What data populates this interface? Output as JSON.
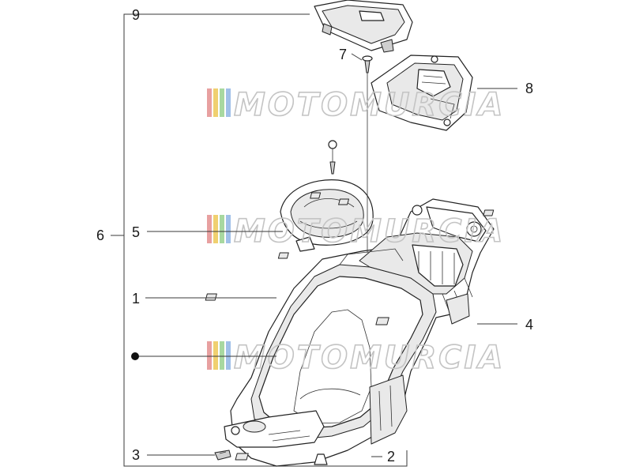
{
  "callouts": {
    "c1": "1",
    "c2": "2",
    "c3": "3",
    "c4": "4",
    "c5": "5",
    "c6": "6",
    "c7": "7",
    "c8": "8",
    "c9": "9"
  },
  "watermark": {
    "text": "MOTOMURCIA",
    "stripe_colors": [
      "#e8a0a0",
      "#f0d070",
      "#a8d8a0",
      "#a0c0e8"
    ]
  },
  "colors": {
    "line": "#222222",
    "text": "#1a1a1a",
    "bullet": "#111111"
  }
}
